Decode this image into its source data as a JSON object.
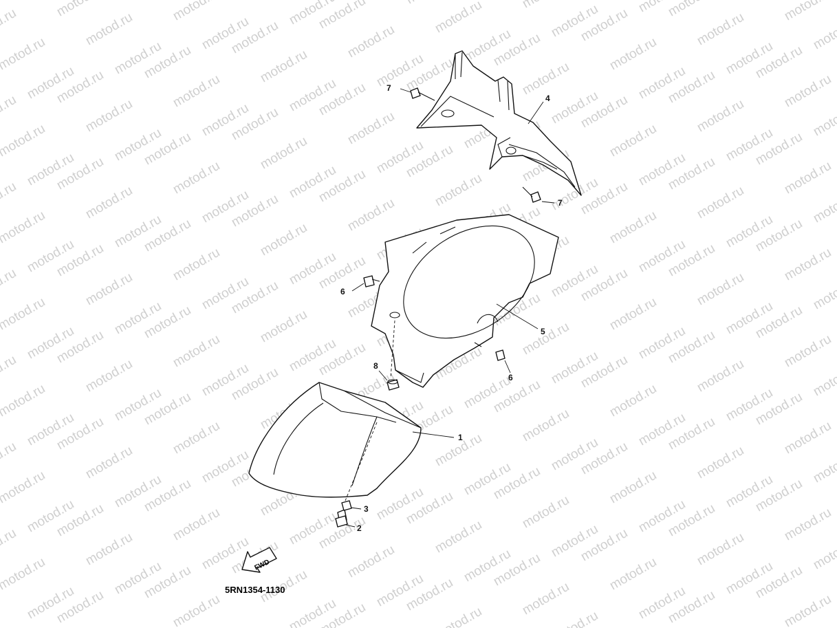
{
  "watermark": "motod.ru",
  "diagram_code": "5RN1354-1130",
  "fwd_label": "FWD",
  "callouts": [
    "1",
    "2",
    "3",
    "4",
    "5",
    "6",
    "6",
    "7",
    "7",
    "8"
  ]
}
